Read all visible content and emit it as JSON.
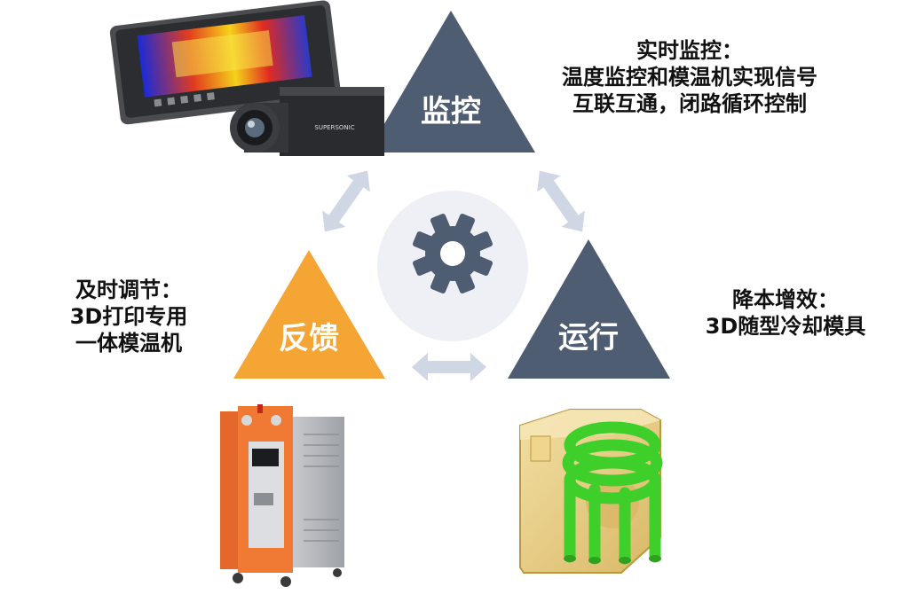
{
  "triangles": {
    "monitor": {
      "label": "监控",
      "color": "#4f5d73"
    },
    "feedback": {
      "label": "反馈",
      "color": "#f5a533"
    },
    "run": {
      "label": "运行",
      "color": "#4f5d73"
    }
  },
  "captions": {
    "monitor": {
      "title": "实时监控：",
      "line1": "温度监控和模温机实现信号",
      "line2": "互联互通，闭路循环控制"
    },
    "feedback": {
      "title": "及时调节：",
      "line1": "3D打印专用",
      "line2": "一体模温机"
    },
    "run": {
      "title": "降本增效：",
      "line1": "3D随型冷却模具"
    }
  },
  "images": {
    "thermal_camera_brand": "SUPERSONIC"
  },
  "colors": {
    "arrow": "#cfd6e4",
    "gear": "#4f5d73",
    "gear_bg": "#eef0f5"
  },
  "icons": [
    "gear-icon",
    "double-arrow-icon"
  ]
}
